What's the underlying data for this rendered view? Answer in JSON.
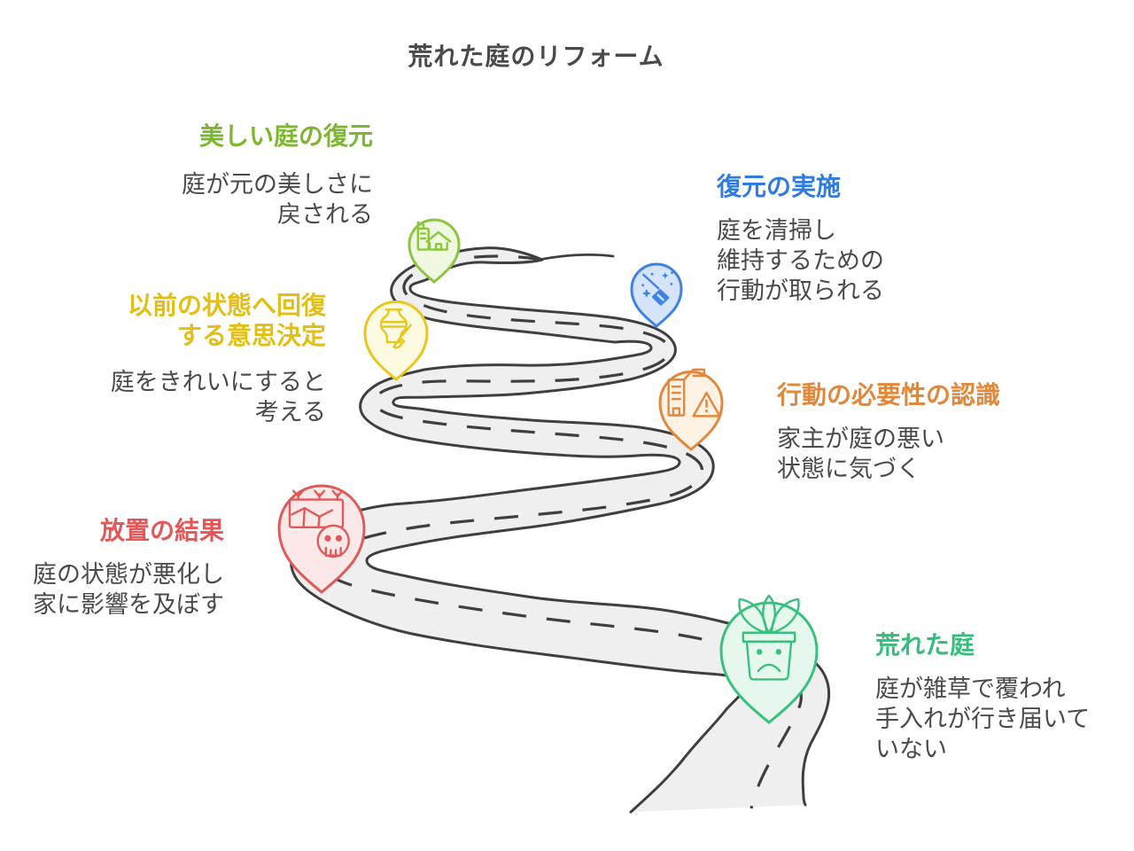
{
  "title": "荒れた庭のリフォーム",
  "road": {
    "fill": "#efefef",
    "edge": "#3f3f3f",
    "dash": "#3f3f3f"
  },
  "stages": [
    {
      "name": "overgrown-garden",
      "color": "#36bd7c",
      "pin_color": "#38c17d",
      "pin_fill": "#e6f8ee",
      "icon": "sad-plant-icon",
      "label_lines": [
        "荒れた庭"
      ],
      "desc_lines": [
        "庭が雑草で覆われ",
        "手入れが行き届いて",
        "いない"
      ]
    },
    {
      "name": "neglect-result",
      "color": "#e25757",
      "pin_color": "#e05a5a",
      "pin_fill": "#fbe9e9",
      "icon": "wall-skull-icon",
      "label_lines": [
        "放置の結果"
      ],
      "desc_lines": [
        "庭の状態が悪化し",
        "家に影響を及ぼす"
      ]
    },
    {
      "name": "need-recognition",
      "color": "#e0883c",
      "pin_color": "#e2883c",
      "pin_fill": "#fdf2e4",
      "icon": "building-warning-icon",
      "label_lines": [
        "行動の必要性の認識"
      ],
      "desc_lines": [
        "家主が庭の悪い",
        "状態に気づく"
      ]
    },
    {
      "name": "restore-decision",
      "color": "#e2be16",
      "pin_color": "#e6c81f",
      "pin_fill": "#fdfae2",
      "icon": "vase-brush-icon",
      "label_lines": [
        "以前の状態へ回復",
        "する意思決定"
      ],
      "desc_lines": [
        "庭をきれいにすると",
        "考える"
      ]
    },
    {
      "name": "restoration-implementation",
      "color": "#2e7ce0",
      "pin_color": "#3e82e8",
      "pin_fill": "#d5e4f9",
      "icon": "broom-sparkles-icon",
      "label_lines": [
        "復元の実施"
      ],
      "desc_lines": [
        "庭を清掃し",
        "維持するための",
        "行動が取られる"
      ]
    },
    {
      "name": "beautiful-garden-restored",
      "color": "#7db62f",
      "pin_color": "#8cc63f",
      "pin_fill": "#f1f8e2",
      "icon": "house-garden-icon",
      "label_lines": [
        "美しい庭の復元"
      ],
      "desc_lines": [
        "庭が元の美しさに",
        "戻される"
      ]
    }
  ]
}
